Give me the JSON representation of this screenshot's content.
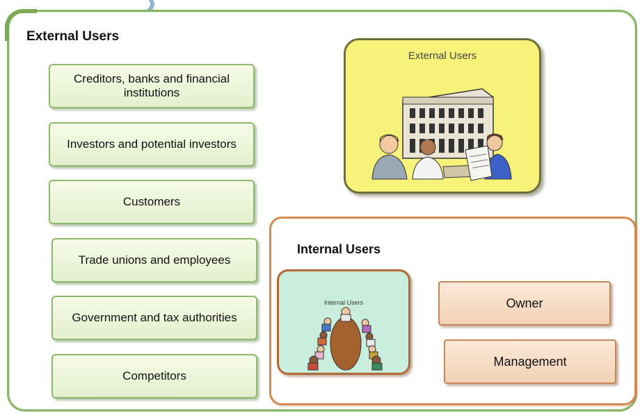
{
  "external_section": {
    "title": "External Users",
    "boxes": [
      "Creditors, banks and financial institutions",
      "Investors and potential investors",
      "Customers",
      "Trade unions and employees",
      "Government and tax authorities",
      "Competitors"
    ],
    "illustration_title": "External Users"
  },
  "internal_section": {
    "title": "Internal Users",
    "illustration_title": "Internal Users",
    "boxes": [
      "Owner",
      "Management"
    ]
  },
  "colors": {
    "green_border": "#8cb86a",
    "orange_border": "#d58a4e",
    "yellow_card": "#f7f27a",
    "mint_card": "#c9eedd"
  }
}
